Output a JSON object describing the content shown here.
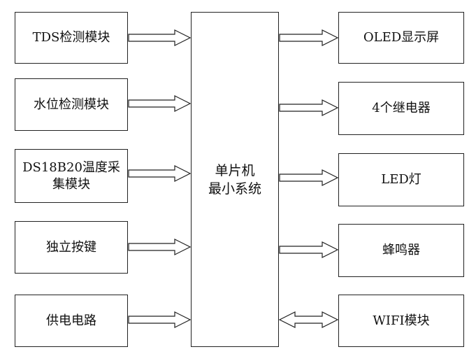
{
  "left_modules": [
    {
      "line1": "TDS检测模块",
      "line2": ""
    },
    {
      "line1": "水位检测模块",
      "line2": ""
    },
    {
      "line1": "DS18B20温度采",
      "line2": "集模块"
    },
    {
      "line1": "独立按键",
      "line2": ""
    },
    {
      "line1": "供电电路",
      "line2": ""
    }
  ],
  "center": {
    "line1": "单片机",
    "line2": "最小系统"
  },
  "right_modules": [
    {
      "label": "OLED显示屏"
    },
    {
      "label": "4个继电器"
    },
    {
      "label": "LED灯"
    },
    {
      "label": "蜂鸣器"
    },
    {
      "label": "WIFI模块"
    }
  ],
  "connections": [
    {
      "from": "left_modules.0",
      "to": "center",
      "direction": "to-center"
    },
    {
      "from": "left_modules.1",
      "to": "center",
      "direction": "to-center"
    },
    {
      "from": "left_modules.2",
      "to": "center",
      "direction": "to-center"
    },
    {
      "from": "left_modules.3",
      "to": "center",
      "direction": "to-center"
    },
    {
      "from": "left_modules.4",
      "to": "center",
      "direction": "to-center"
    },
    {
      "from": "center",
      "to": "right_modules.0",
      "direction": "to-right"
    },
    {
      "from": "center",
      "to": "right_modules.1",
      "direction": "to-right"
    },
    {
      "from": "center",
      "to": "right_modules.2",
      "direction": "to-right"
    },
    {
      "from": "center",
      "to": "right_modules.3",
      "direction": "to-right"
    },
    {
      "from": "center",
      "to": "right_modules.4",
      "direction": "bidirectional"
    }
  ]
}
